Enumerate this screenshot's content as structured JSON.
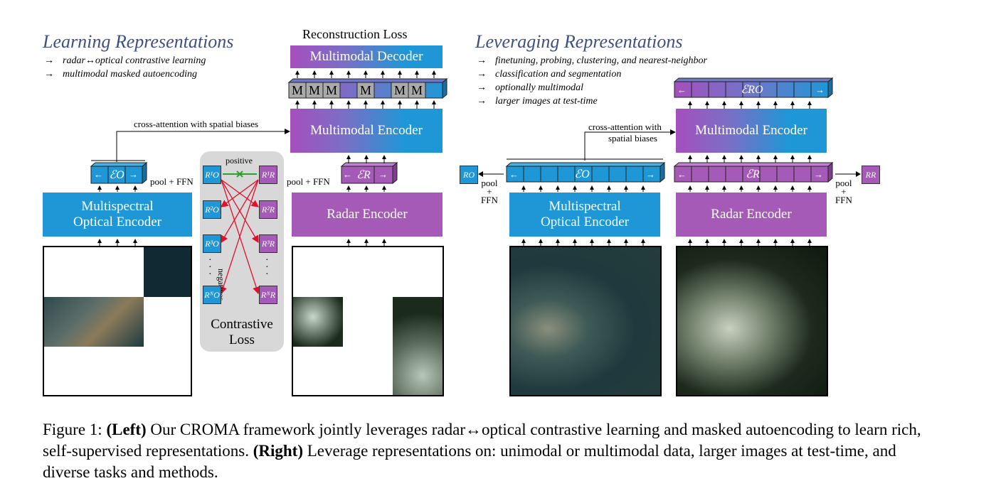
{
  "left": {
    "heading": "Learning Representations",
    "bullets": [
      "radar↔optical contrastive learning",
      "multimodal masked autoencoding"
    ],
    "reconstruction_loss": "Reconstruction Loss",
    "multimodal_decoder": "Multimodal Decoder",
    "mask_tokens": [
      "M",
      "M",
      "M",
      "",
      "M",
      "",
      "M",
      "M",
      ""
    ],
    "cross_attention": "cross-attention with spatial biases",
    "multimodal_encoder": "Multimodal Encoder",
    "optical_token": "ℰO",
    "radar_token": "ℰR",
    "pool_ffn_left": "pool + FFN",
    "pool_ffn_right": "pool + FFN",
    "optical_encoder_line1": "Multispectral",
    "optical_encoder_line2": "Optical Encoder",
    "radar_encoder": "Radar Encoder",
    "positive": "positive",
    "negatives": "negatives",
    "contrastive_line1": "Contrastive",
    "contrastive_line2": "Loss",
    "optical_reps": [
      "R¹O",
      "R²O",
      "R³O",
      "RᴺO"
    ],
    "radar_reps": [
      "R¹R",
      "R²R",
      "R³R",
      "RᴺR"
    ]
  },
  "right": {
    "heading": "Leveraging Representations",
    "bullets": [
      "finetuning, probing, clustering, and nearest-neighbor",
      "classification and segmentation",
      "optionally multimodal",
      "larger images at test-time"
    ],
    "ro_token": "ℰRO",
    "cross_attention_line1": "cross-attention with",
    "cross_attention_line2": "spatial biases",
    "multimodal_encoder": "Multimodal Encoder",
    "optical_token": "ℰO",
    "radar_token": "ℰR",
    "ro_out": "RO",
    "rr_out": "RR",
    "pool": "pool",
    "plus": "+",
    "ffn": "FFN",
    "optical_encoder_line1": "Multispectral",
    "optical_encoder_line2": "Optical Encoder",
    "radar_encoder": "Radar Encoder"
  },
  "caption": {
    "prefix": "Figure 1: ",
    "left_bold": "(Left)",
    "left_text": " Our CROMA framework jointly leverages radar↔optical contrastive learning and masked autoencoding to learn rich, self-supervised representations. ",
    "right_bold": "(Right)",
    "right_text": " Leverage representations on: unimodal or multimodal data, larger images at test-time, and diverse tasks and methods."
  },
  "colors": {
    "optical_blue": "#1f97d6",
    "radar_purple": "#a55ab8",
    "heading_blue": "#3e4f86",
    "positive_green": "#2ca02c",
    "negative_red": "#e0102f"
  }
}
